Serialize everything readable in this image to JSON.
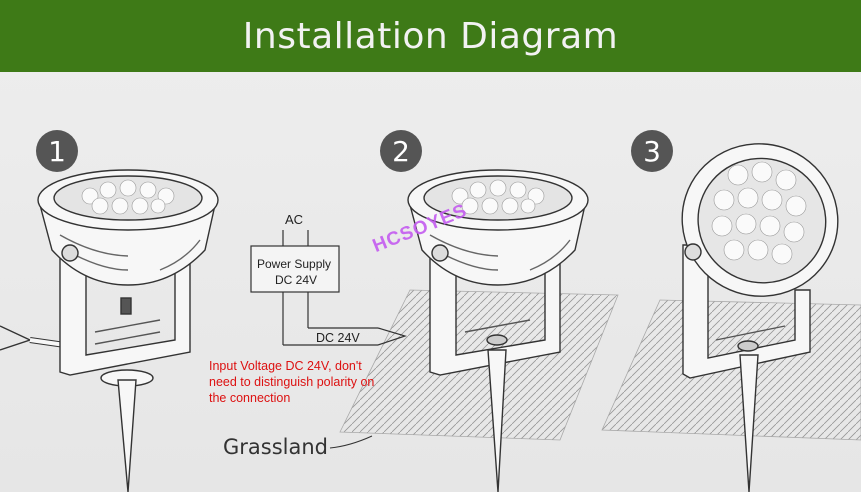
{
  "header": {
    "title": "Installation Diagram"
  },
  "steps": [
    "1",
    "2",
    "3"
  ],
  "wiring": {
    "ac_label": "AC",
    "power_supply_line1": "Power Supply",
    "power_supply_line2": "DC 24V",
    "dc_label": "DC 24V"
  },
  "note": {
    "line1": "Input Voltage DC 24V, don't",
    "line2": "need to distinguish polarity on",
    "line3": "the connection"
  },
  "ground_label": "Grassland",
  "watermark": "HCSOYES",
  "colors": {
    "banner": "#3e7a17",
    "note_text": "#dd1111",
    "step_badge": "#555555"
  }
}
